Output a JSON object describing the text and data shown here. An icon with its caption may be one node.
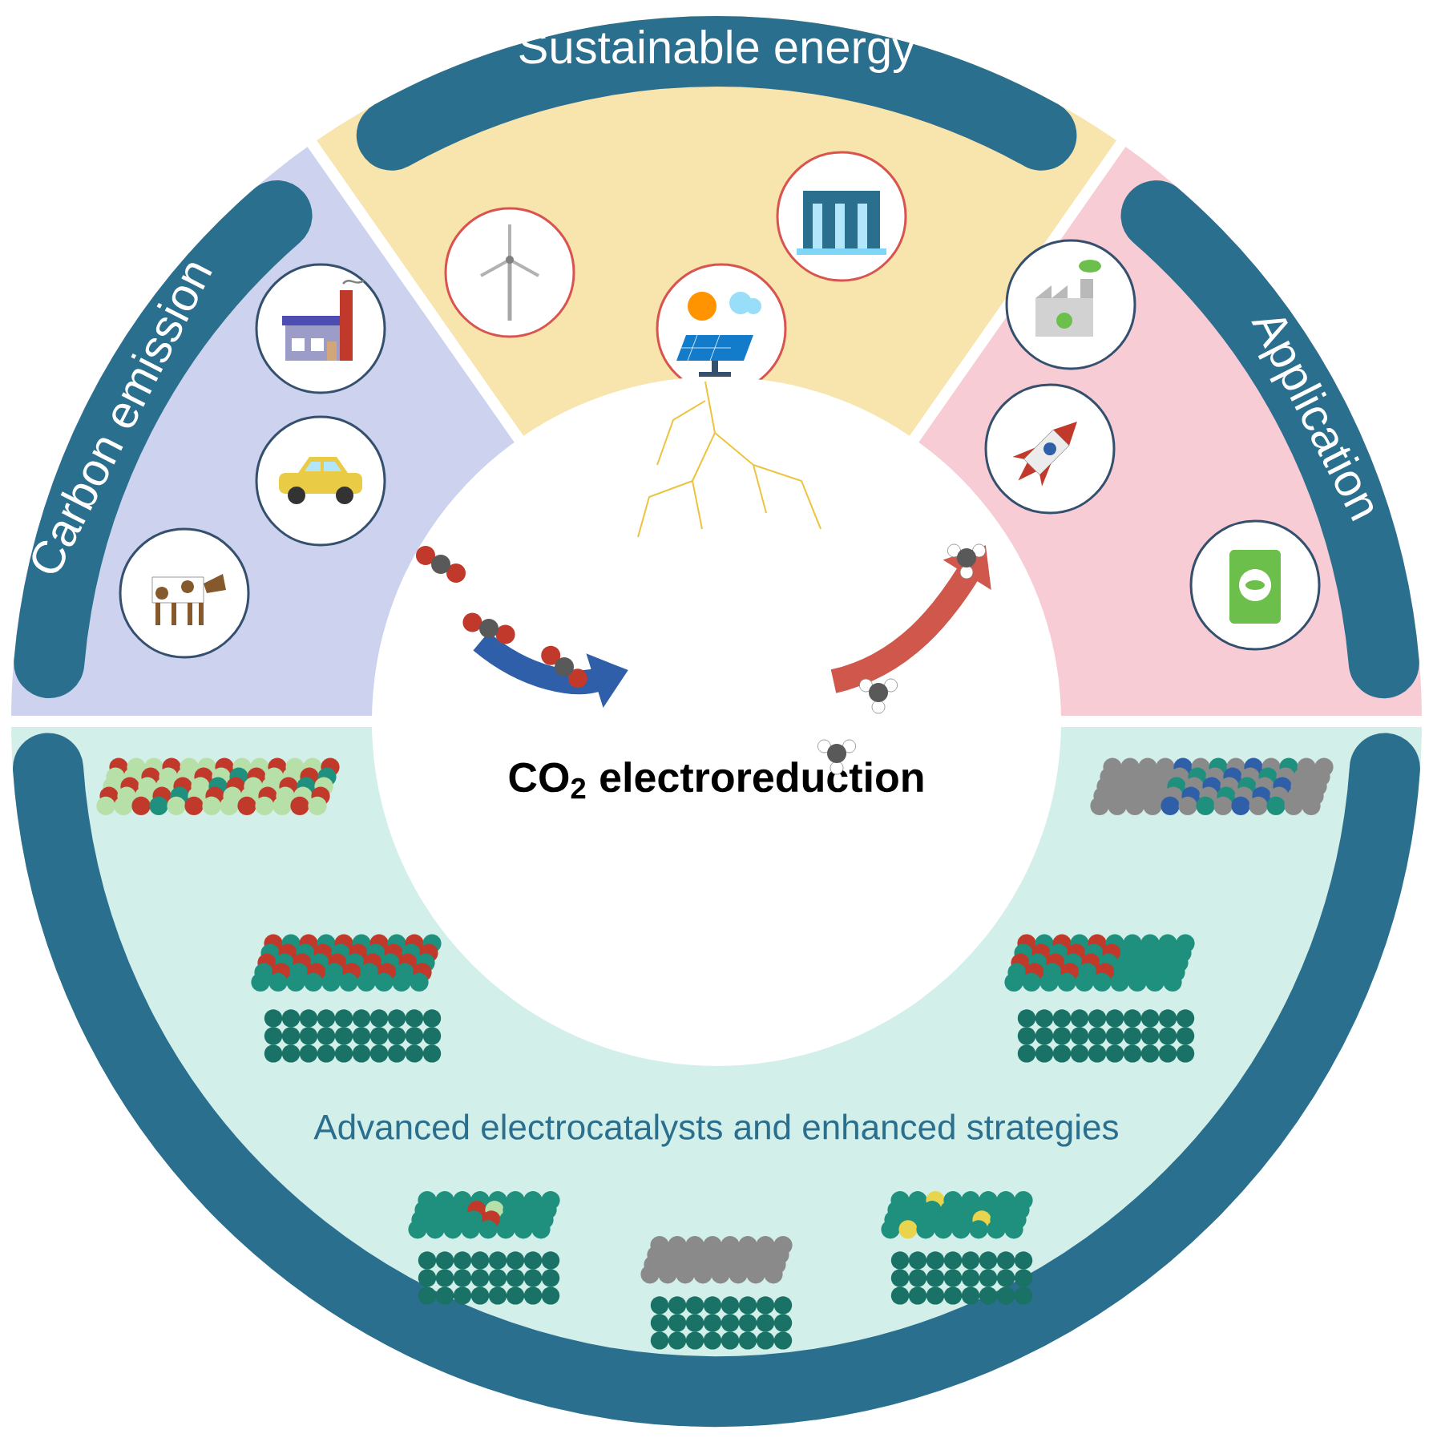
{
  "diagram": {
    "nodes": [
      {
        "text": [
          "Carbon emission"
        ]
      },
      {
        "text": [
          "Sustainable energy"
        ]
      },
      {
        "text": [
          "Application"
        ]
      },
      {
        "text": [
          "Advanced electrocatalysts and enhanced strategies"
        ]
      },
      {
        "text": [
          "CO$_{2}$ electroreduction"
        ]
      }
    ],
    "edges": [
      {
        "from": 0,
        "to": 4,
        "arrow": "to",
        "color": "#2e5fa8"
      },
      {
        "from": 4,
        "to": 2,
        "arrow": "to",
        "color": "#d0574b"
      }
    ]
  }
}
